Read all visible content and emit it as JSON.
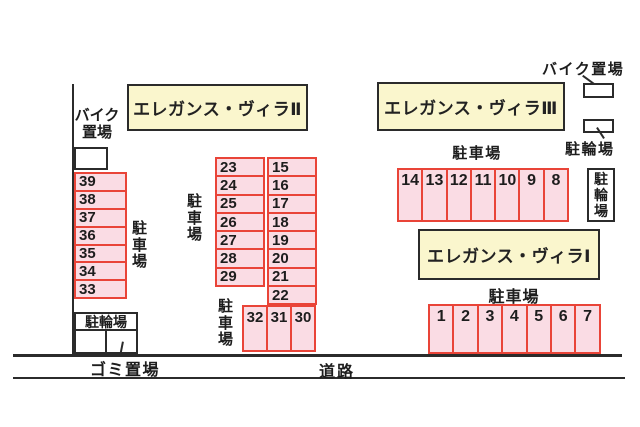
{
  "diagram": {
    "buildings": {
      "villa1": "エレガンス・ヴィラⅠ",
      "villa2": "エレガンス・ヴィラⅡ",
      "villa3": "エレガンス・ヴィラⅢ"
    },
    "labels": {
      "parking": "駐車場",
      "bicycle_parking": "駐輪場",
      "bike_storage": "バイク置場",
      "garbage": "ゴミ置場",
      "road": "道路"
    },
    "spaces": {
      "left_column": [
        "39",
        "38",
        "37",
        "36",
        "35",
        "34",
        "33"
      ],
      "mid_col_a": [
        "23",
        "24",
        "25",
        "26",
        "27",
        "28",
        "29"
      ],
      "mid_col_b": [
        "15",
        "16",
        "17",
        "18",
        "19",
        "20",
        "21",
        "22"
      ],
      "mid_bottom_row": [
        "32",
        "31",
        "30"
      ],
      "villa3_row": [
        "14",
        "13",
        "12",
        "11",
        "10",
        "9",
        "8"
      ],
      "villa1_row": [
        "1",
        "2",
        "3",
        "4",
        "5",
        "6",
        "7"
      ]
    },
    "colors": {
      "space_fill": "#fadce4",
      "space_border": "#e94438",
      "building_fill": "#faf6cd",
      "line": "#2b2b2b"
    }
  }
}
